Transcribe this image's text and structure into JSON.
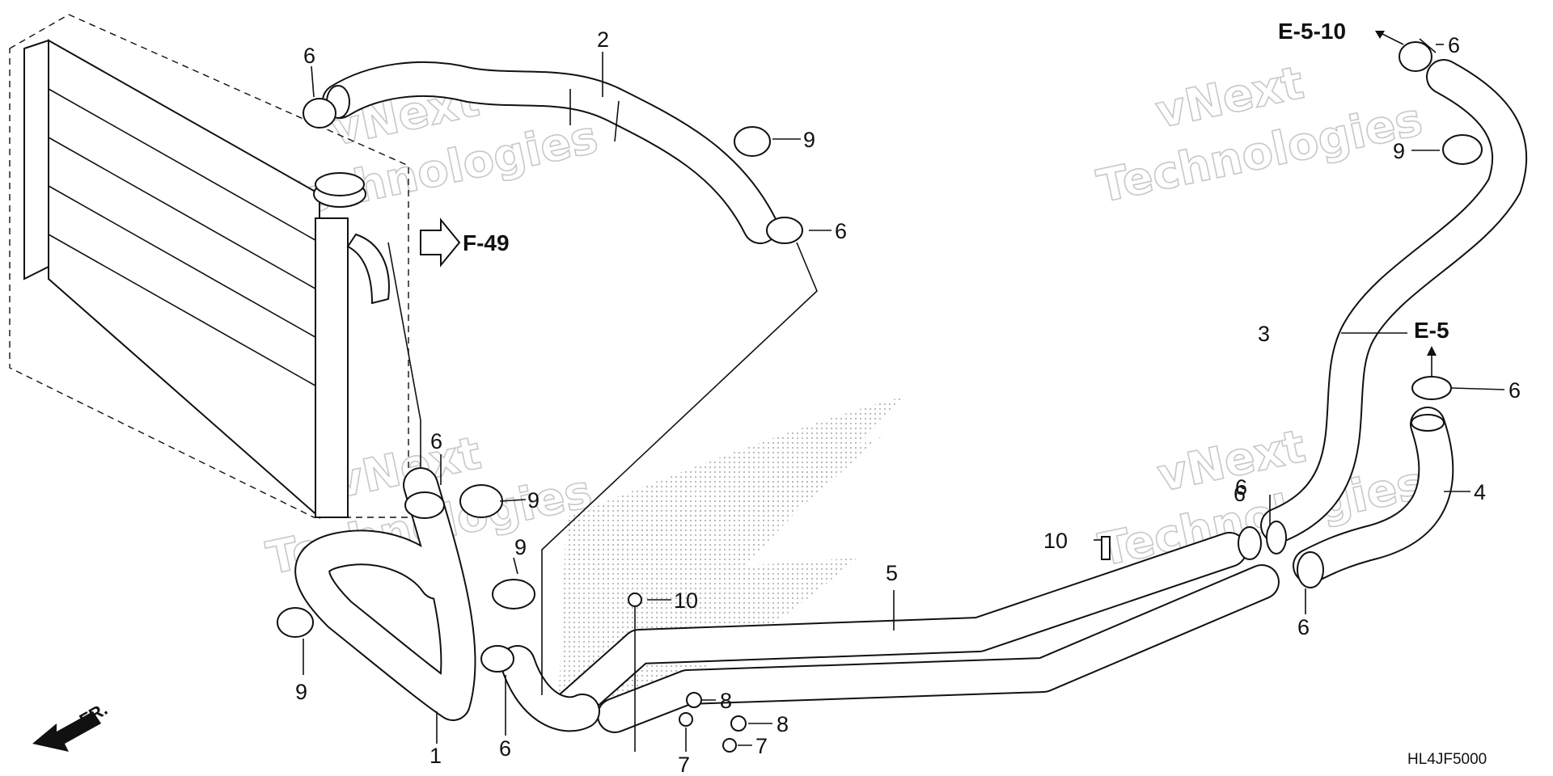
{
  "diagram": {
    "part_callouts": [
      {
        "id": "c2",
        "text": "2"
      },
      {
        "id": "c6a",
        "text": "6"
      },
      {
        "id": "c9a",
        "text": "9"
      },
      {
        "id": "c6b",
        "text": "6"
      },
      {
        "id": "c6c",
        "text": "6"
      },
      {
        "id": "c9b",
        "text": "9"
      },
      {
        "id": "c9c",
        "text": "9"
      },
      {
        "id": "c9d",
        "text": "9"
      },
      {
        "id": "c6d",
        "text": "6"
      },
      {
        "id": "c1",
        "text": "1"
      },
      {
        "id": "c6e",
        "text": "6"
      },
      {
        "id": "c10a",
        "text": "10"
      },
      {
        "id": "c8a",
        "text": "8"
      },
      {
        "id": "c8b",
        "text": "8"
      },
      {
        "id": "c7a",
        "text": "7"
      },
      {
        "id": "c7b",
        "text": "7"
      },
      {
        "id": "c5",
        "text": "5"
      },
      {
        "id": "c10b",
        "text": "10"
      },
      {
        "id": "c6f",
        "text": "6"
      },
      {
        "id": "c6g",
        "text": "6"
      },
      {
        "id": "c3",
        "text": "3"
      },
      {
        "id": "c4",
        "text": "4"
      },
      {
        "id": "c6h",
        "text": "6"
      },
      {
        "id": "c6i",
        "text": "6"
      },
      {
        "id": "c9e",
        "text": "9"
      }
    ],
    "references": {
      "f49": "F-49",
      "e5_10": "E-5-10",
      "e5": "E-5"
    },
    "front_indicator": "FR.",
    "diagram_code": "HL4JF5000",
    "watermark": {
      "line1": "vNext",
      "line2": "Technologies"
    }
  }
}
